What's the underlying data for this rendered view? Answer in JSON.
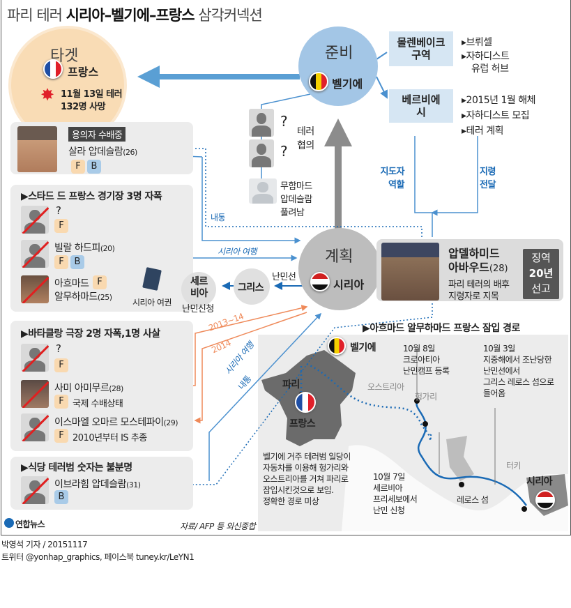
{
  "title": {
    "part1": "파리 테러 ",
    "bold": "시리아–벨기에–프랑스",
    "part2": " 삼각커넥션"
  },
  "target": {
    "label": "타겟",
    "country": "프랑스",
    "event_line1": "11월 13일 테러",
    "event_line2": "132명 사망"
  },
  "prep": {
    "label": "준비",
    "country": "벨기에"
  },
  "molenbeek": {
    "title_line1": "몰렌베이크",
    "title_line2": "구역",
    "bullets": [
      "브뤼셀",
      "자하디스트",
      "유럽 허브"
    ]
  },
  "verviers": {
    "title_line1": "베르비에",
    "title_line2": "시",
    "bullets": [
      "2015년 1월 해체",
      "자하디스트 모집",
      "테러 계획"
    ]
  },
  "links": {
    "leader_role_1": "지도자",
    "leader_role_2": "역할",
    "order_1": "지령",
    "order_2": "전달",
    "collusion": "내통",
    "syria_trip": "시리아 여행",
    "refugee_boat": "난민선",
    "years_1": "2013~14",
    "years_2": "2014",
    "syria_trip_2": "시리아 여행",
    "collusion_2": "내통"
  },
  "plotters": {
    "q1": "?",
    "q2": "?",
    "label_1": "테러",
    "label_2": "협의",
    "released_1": "무함마드",
    "released_2": "압데슬람",
    "released_3": "풀려남"
  },
  "plan": {
    "label": "계획",
    "country": "시리아"
  },
  "abaaoud": {
    "name_1": "압델하미드",
    "name_2": "아바우드",
    "age": "(28)",
    "desc_1": "파리 테러의 배후",
    "desc_2": "지령자로 지목",
    "sentence_1": "징역",
    "sentence_2": "20년",
    "sentence_3": "선고"
  },
  "salah": {
    "badge": "용의자 수배중",
    "name": "살라 압데슬람",
    "age": "(26)",
    "tags": [
      "F",
      "B"
    ]
  },
  "stade": {
    "title": "▶스타드 드 프랑스 경기장 3명 자폭",
    "members": [
      {
        "name": "?",
        "age": "",
        "tags": [
          "F"
        ]
      },
      {
        "name": "빌랄 하드피",
        "age": "(20)",
        "tags": [
          "F",
          "B"
        ]
      },
      {
        "name": "아흐마드",
        "name_2": "알무하마드",
        "age": "(25)",
        "tags": [
          "F"
        ]
      }
    ]
  },
  "route": {
    "passport": "시리아 여권",
    "serbia_1": "세르",
    "serbia_2": "비아",
    "serbia_note": "난민신청",
    "greece": "그리스"
  },
  "bataclan": {
    "title": "▶바타클랑 극장 2명 자폭,1명 사살",
    "members": [
      {
        "name": "?",
        "tags": [
          "F"
        ],
        "note": ""
      },
      {
        "name": "사미 아미무르",
        "age": "(28)",
        "tags": [
          "F"
        ],
        "note": "국제 수배상태"
      },
      {
        "name": "이스마엘 오마르 모스테파이",
        "age": "(29)",
        "tags": [
          "F"
        ],
        "note": "2010년부터 IS 추종"
      }
    ]
  },
  "restaurant": {
    "title": "▶식당 테러범 숫자는 불분명",
    "members": [
      {
        "name": "이브라힘 압데슬람",
        "age": "(31)",
        "tags": [
          "B"
        ]
      }
    ]
  },
  "map": {
    "title": "▶아흐마드 알무하마드 프랑스 잠입 경로",
    "belgium": "벨기에",
    "paris": "파리",
    "france": "프랑스",
    "austria": "오스트리아",
    "hungary": "헝가리",
    "turkey": "터키",
    "syria": "시리아",
    "lesbos": "레로스 섬",
    "oct8": [
      "10월 8일",
      "크로아티아",
      "난민캠프 등록"
    ],
    "oct3": [
      "10월 3일",
      "지중해에서 조난당한",
      "난민선에서",
      "그리스 레로스 섬으로",
      "들어옴"
    ],
    "oct7": [
      "10월 7일",
      "세르비아",
      "프리세보에서",
      "난민 신청"
    ],
    "note": [
      "벨기에 거주 테러범 일당이",
      "자동차를 이용해 헝가리와",
      "오스트리아를 거쳐 파리로",
      "잠입시킨것으로 보임.",
      "정확한 경로 미상"
    ]
  },
  "footer": {
    "logo": "연합뉴스",
    "source": "자료/ AFP 등 외신종합",
    "credit_1": "박영석 기자 / 20151117",
    "credit_2": "트위터 @yonhap_graphics, 페이스북 tuney.kr/LeYN1"
  },
  "colors": {
    "blue": "#4a90cf",
    "orange": "#ef8a5a",
    "peach": "#f9dcb5",
    "gray_circle": "#bdbdbd",
    "prep_circle": "#a3c6e6"
  }
}
